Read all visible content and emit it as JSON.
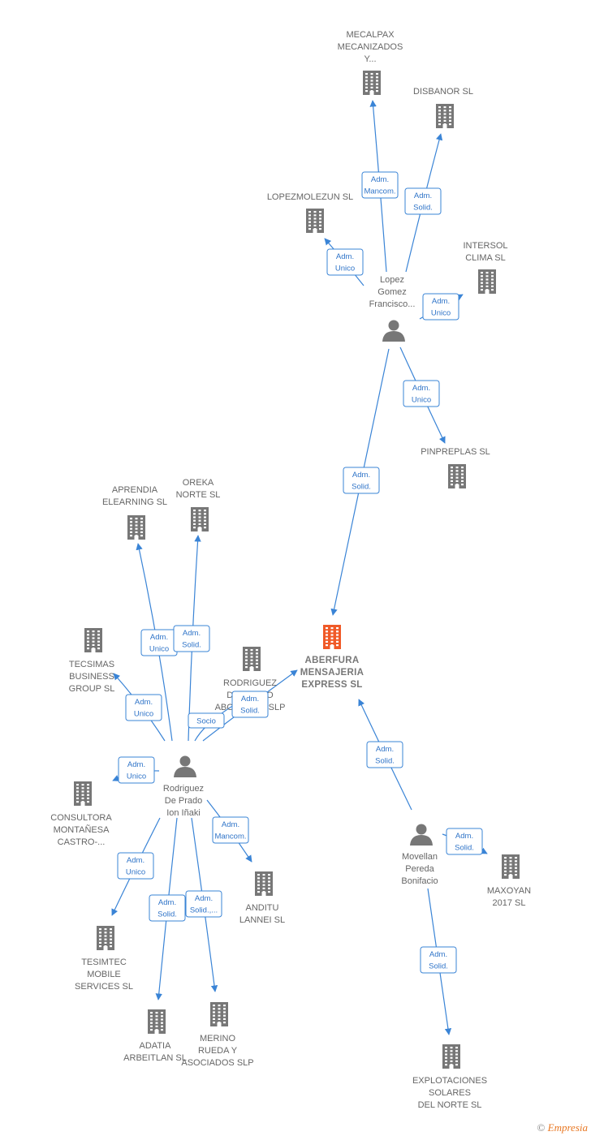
{
  "colors": {
    "building": "#777777",
    "main_building": "#f05a28",
    "edge": "#3a84d6",
    "person": "#777777"
  },
  "companies": [
    {
      "id": "mecalpax",
      "lines": [
        "MECALPAX",
        "MECANIZADOS",
        "Y..."
      ]
    },
    {
      "id": "disbanor",
      "lines": [
        "DISBANOR  SL"
      ]
    },
    {
      "id": "lopezmolezun",
      "lines": [
        "LOPEZMOLEZUN SL"
      ]
    },
    {
      "id": "intersol",
      "lines": [
        "INTERSOL",
        "CLIMA  SL"
      ]
    },
    {
      "id": "pinpreplas",
      "lines": [
        "PINPREPLAS SL"
      ]
    },
    {
      "id": "aberfura",
      "lines": [
        "ABERFURA",
        "MENSAJERIA",
        "EXPRESS  SL"
      ],
      "main": true
    },
    {
      "id": "aprendia",
      "lines": [
        "APRENDIA",
        "ELEARNING SL"
      ]
    },
    {
      "id": "oreka",
      "lines": [
        "OREKA",
        "NORTE SL"
      ]
    },
    {
      "id": "tecsimas",
      "lines": [
        "TECSIMAS",
        "BUSINESS",
        "GROUP SL"
      ]
    },
    {
      "id": "rodriguez_slp",
      "lines": [
        "RODRIGUEZ",
        "DE PRADO",
        "ABOGADOS SLP"
      ]
    },
    {
      "id": "consultora",
      "lines": [
        "CONSULTORA",
        "MONTAÑESA",
        "CASTRO-..."
      ]
    },
    {
      "id": "anditu",
      "lines": [
        "ANDITU",
        "LANNEI  SL"
      ]
    },
    {
      "id": "tesimtec",
      "lines": [
        "TESIMTEC",
        "MOBILE",
        "SERVICES SL"
      ]
    },
    {
      "id": "adatia",
      "lines": [
        "ADATIA",
        "ARBEITLAN SL"
      ]
    },
    {
      "id": "merino",
      "lines": [
        "MERINO",
        "RUEDA Y",
        "ASOCIADOS SLP"
      ]
    },
    {
      "id": "maxoyan",
      "lines": [
        "MAXOYAN",
        "2017  SL"
      ]
    },
    {
      "id": "explotaciones",
      "lines": [
        "EXPLOTACIONES",
        "SOLARES",
        "DEL NORTE  SL"
      ]
    }
  ],
  "persons": [
    {
      "id": "lopez",
      "lines": [
        "Lopez",
        "Gomez",
        "Francisco..."
      ]
    },
    {
      "id": "rodriguez",
      "lines": [
        "Rodriguez",
        "De Prado",
        "Ion Iñaki"
      ]
    },
    {
      "id": "movellan",
      "lines": [
        "Movellan",
        "Pereda",
        "Bonifacio"
      ]
    }
  ],
  "edges": [
    {
      "from": "lopez",
      "to": "mecalpax",
      "label": [
        "Adm.",
        "Mancom."
      ]
    },
    {
      "from": "lopez",
      "to": "disbanor",
      "label": [
        "Adm.",
        "Solid."
      ]
    },
    {
      "from": "lopez",
      "to": "lopezmolezun",
      "label": [
        "Adm.",
        "Unico"
      ]
    },
    {
      "from": "lopez",
      "to": "intersol",
      "label": [
        "Adm.",
        "Unico"
      ]
    },
    {
      "from": "lopez",
      "to": "pinpreplas",
      "label": [
        "Adm.",
        "Unico"
      ]
    },
    {
      "from": "lopez",
      "to": "aberfura",
      "label": [
        "Adm.",
        "Solid."
      ]
    },
    {
      "from": "rodriguez",
      "to": "aprendia",
      "label": [
        "Adm.",
        "Unico"
      ]
    },
    {
      "from": "rodriguez",
      "to": "oreka",
      "label": [
        "Adm.",
        "Solid."
      ]
    },
    {
      "from": "rodriguez",
      "to": "tecsimas",
      "label": [
        "Adm.",
        "Unico"
      ]
    },
    {
      "from": "rodriguez",
      "to": "aberfura",
      "label": [
        "Adm.",
        "Solid."
      ]
    },
    {
      "from": "rodriguez",
      "to": "rodriguez_slp",
      "label": [
        "Socio"
      ]
    },
    {
      "from": "rodriguez",
      "to": "consultora",
      "label": [
        "Adm.",
        "Unico"
      ]
    },
    {
      "from": "rodriguez",
      "to": "anditu",
      "label": [
        "Adm.",
        "Mancom."
      ]
    },
    {
      "from": "rodriguez",
      "to": "tesimtec",
      "label": [
        "Adm.",
        "Unico"
      ]
    },
    {
      "from": "rodriguez",
      "to": "adatia",
      "label": [
        "Adm.",
        "Solid."
      ]
    },
    {
      "from": "rodriguez",
      "to": "merino",
      "label": [
        "Adm.",
        "Solid.,..."
      ]
    },
    {
      "from": "movellan",
      "to": "aberfura",
      "label": [
        "Adm.",
        "Solid."
      ]
    },
    {
      "from": "movellan",
      "to": "maxoyan",
      "label": [
        "Adm.",
        "Solid."
      ]
    },
    {
      "from": "movellan",
      "to": "explotaciones",
      "label": [
        "Adm.",
        "Solid."
      ]
    }
  ],
  "footer": {
    "copyright": "©",
    "brand": "Empresia"
  }
}
